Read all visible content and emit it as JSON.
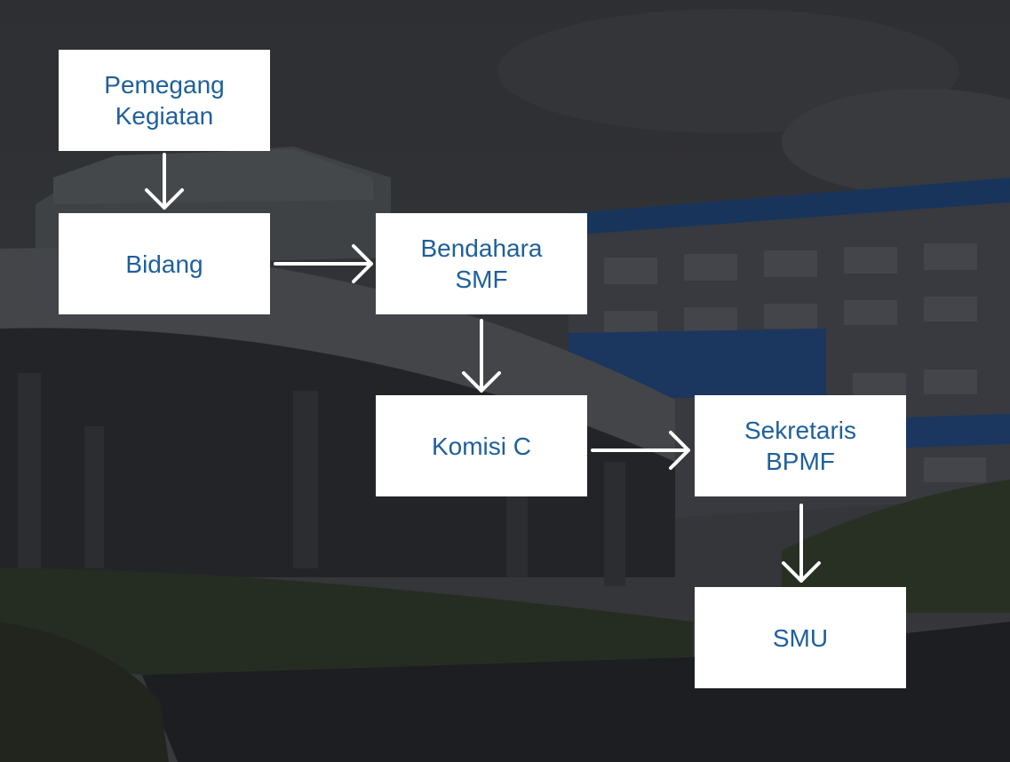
{
  "colors": {
    "box_text": "#1f5f9b",
    "box_fill": "#ffffff",
    "arrow": "#ffffff",
    "sky": "#3a3c40",
    "building": "#4a4d52",
    "accent_blue": "#1c4f91"
  },
  "background": {
    "description_icon": "building-photo"
  },
  "nodes": {
    "pemegang": "Pemegang\nKegiatan",
    "bidang": "Bidang",
    "bendahara": "Bendahara\nSMF",
    "komisi": "Komisi C",
    "sekretaris": "Sekretaris\nBPMF",
    "smu": "SMU"
  }
}
